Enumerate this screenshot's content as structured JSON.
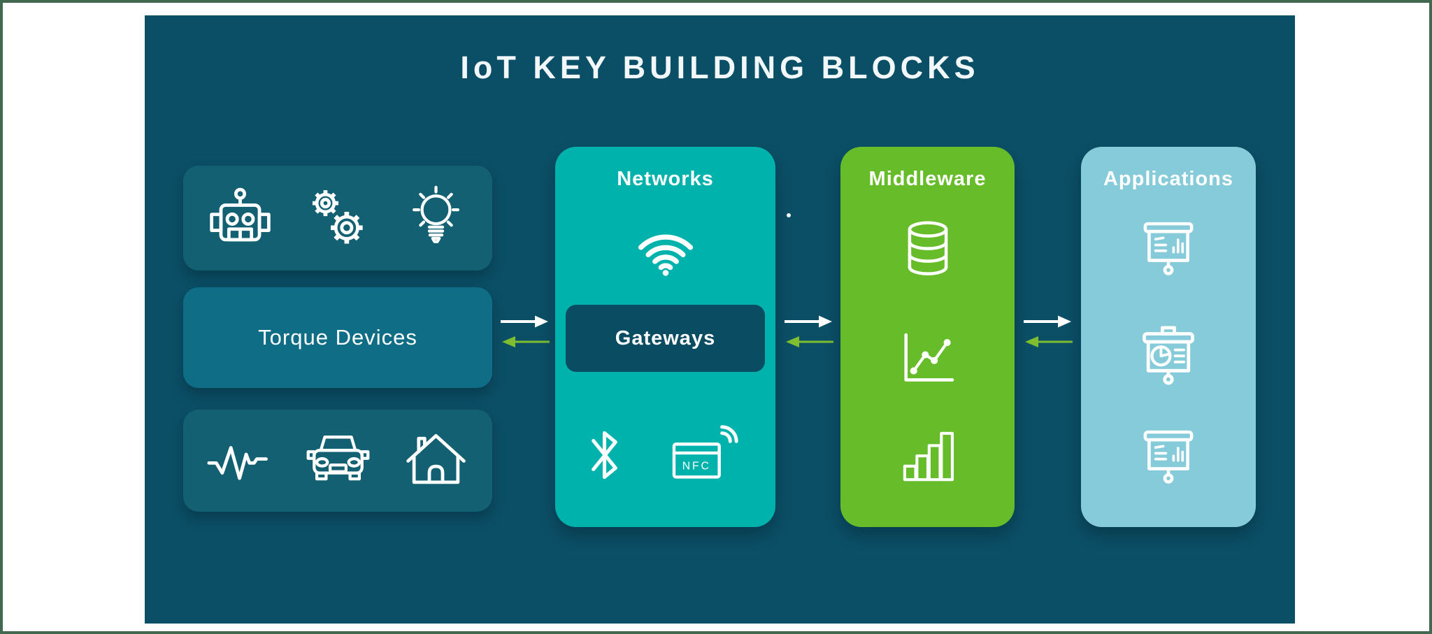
{
  "title": "IoT KEY BUILDING BLOCKS",
  "colors": {
    "frame_border": "#41694f",
    "page_bg": "#ffffff",
    "canvas_bg": "#0b4f66",
    "device_block_bg": "#136073",
    "torque_block_bg": "#0f6e86",
    "networks_bg": "#00b2ac",
    "gateways_bg": "#0a4c62",
    "middleware_bg": "#66bc29",
    "applications_bg": "#85cbd9",
    "icon_stroke": "#ffffff",
    "title_color": "#f2f8fa",
    "arrow_forward": "#ffffff",
    "arrow_backward": "#7fbe2e"
  },
  "devices": {
    "top_icons": [
      "robot-icon",
      "gears-icon",
      "lightbulb-icon"
    ],
    "label": "Torque Devices",
    "bottom_icons": [
      "pulse-icon",
      "car-icon",
      "house-icon"
    ]
  },
  "networks": {
    "label": "Networks",
    "gateways_label": "Gateways",
    "nfc_text": "NFC",
    "icons": [
      "wifi-icon",
      "bluetooth-icon",
      "nfc-icon"
    ]
  },
  "middleware": {
    "label": "Middleware",
    "icons": [
      "database-icon",
      "line-chart-icon",
      "bar-chart-icon"
    ]
  },
  "applications": {
    "label": "Applications",
    "icons": [
      "presentation-bar-chart-icon",
      "presentation-pie-chart-icon",
      "presentation-bar-chart-icon"
    ]
  },
  "flows": [
    {
      "from": "Torque Devices",
      "to": "Networks",
      "bidirectional": true
    },
    {
      "from": "Networks",
      "to": "Middleware",
      "bidirectional": true
    },
    {
      "from": "Middleware",
      "to": "Applications",
      "bidirectional": true
    }
  ]
}
